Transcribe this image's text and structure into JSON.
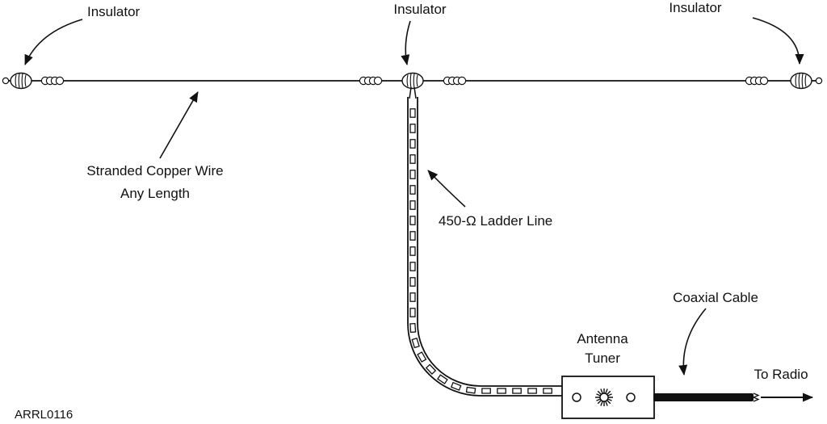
{
  "figure": {
    "code": "ARRL0116",
    "labels": {
      "insulator_left": "Insulator",
      "insulator_center": "Insulator",
      "insulator_right": "Insulator",
      "stranded_wire_1": "Stranded Copper Wire",
      "stranded_wire_2": "Any Length",
      "ladder_line": "450-Ω Ladder Line",
      "tuner_1": "Antenna",
      "tuner_2": "Tuner",
      "coax": "Coaxial Cable",
      "to_radio": "To Radio"
    },
    "colors": {
      "ink": "#111111",
      "background": "#ffffff"
    }
  }
}
